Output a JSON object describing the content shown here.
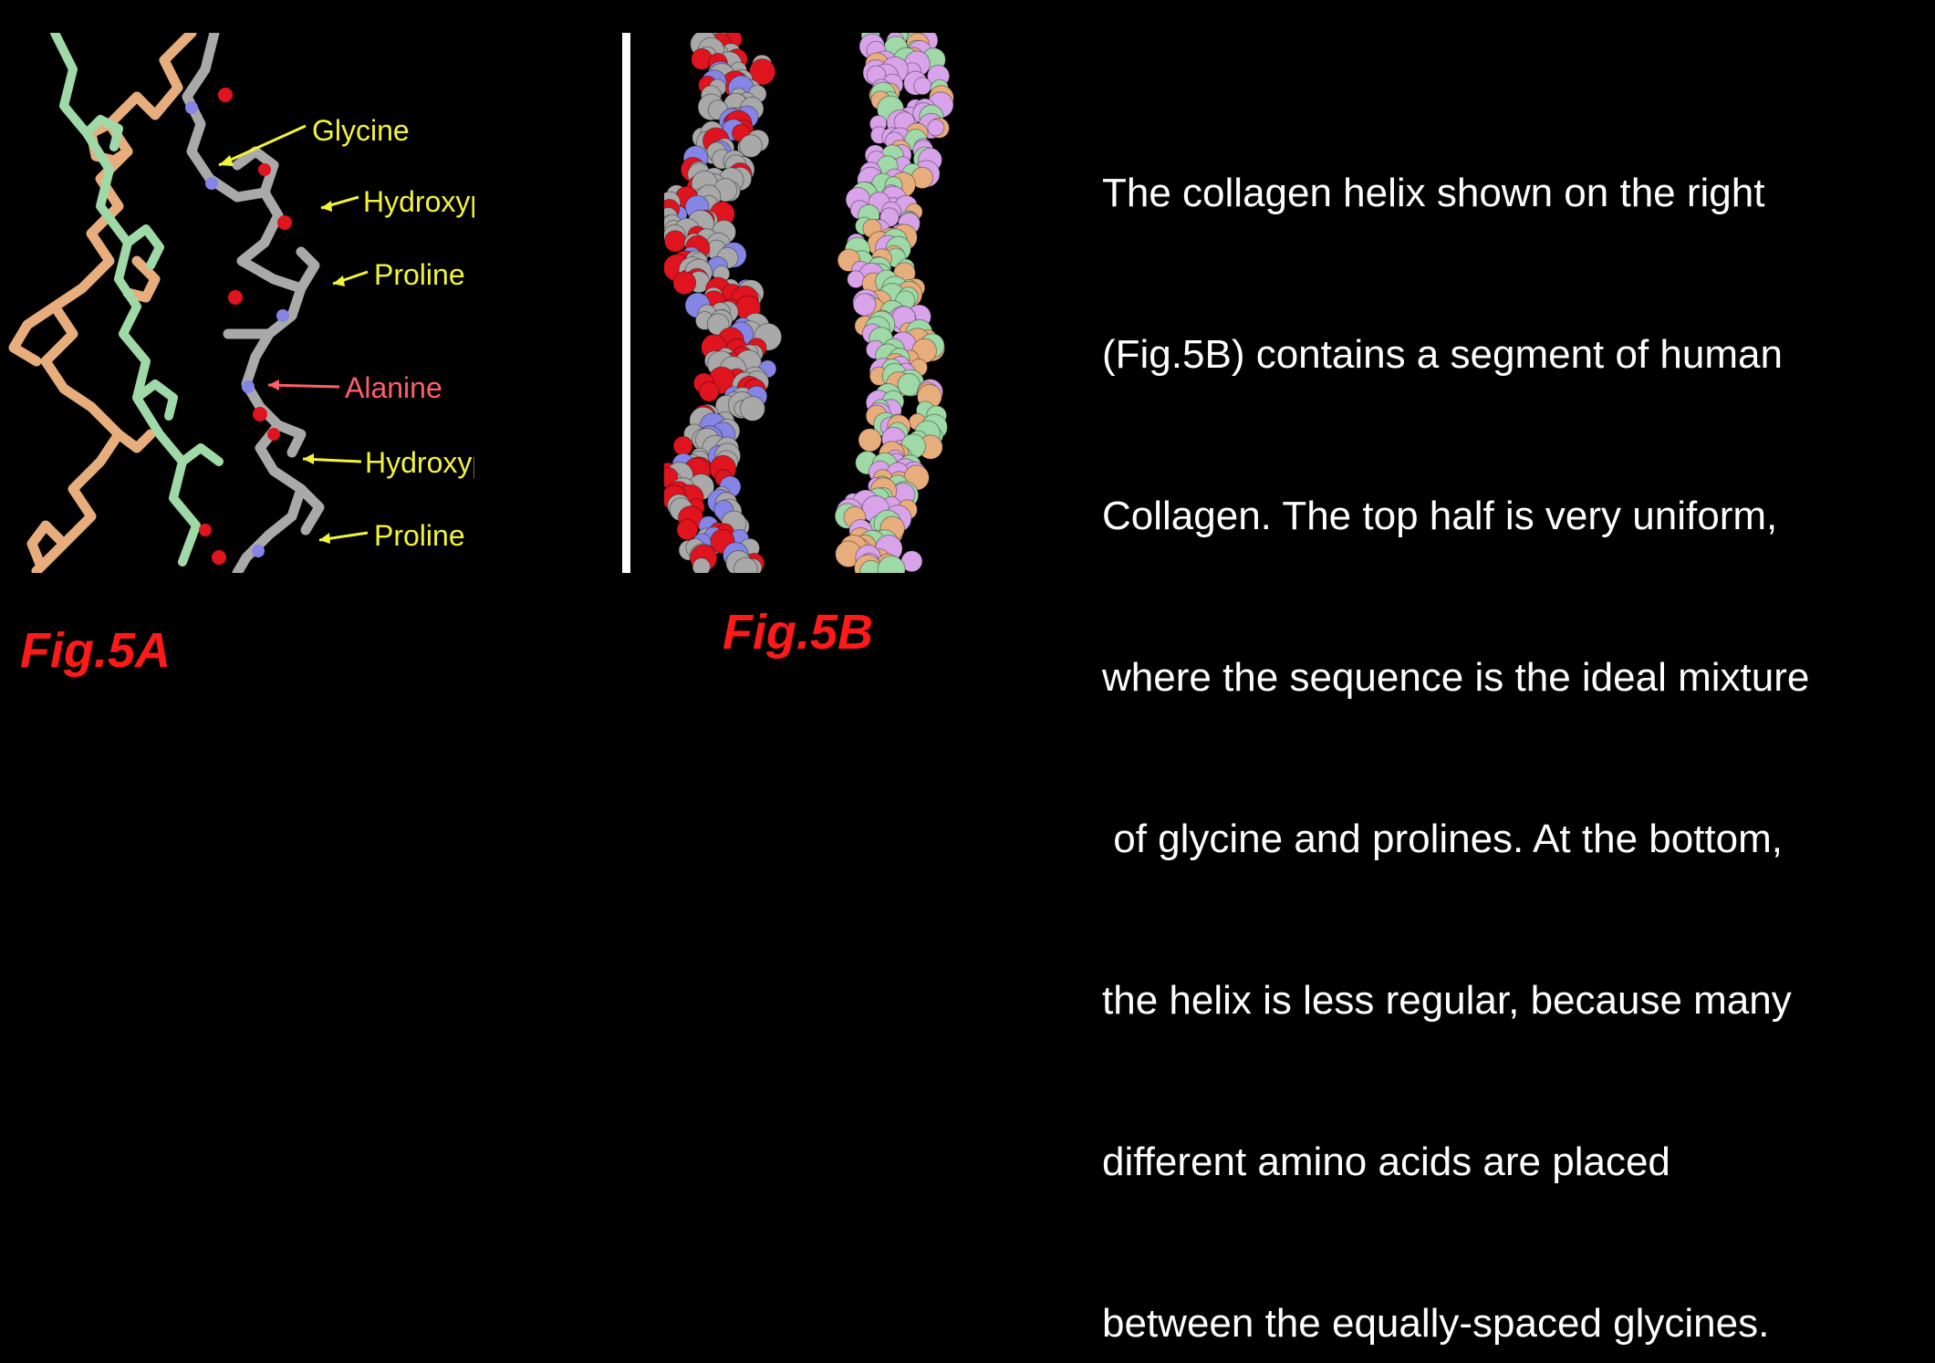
{
  "fig5a": {
    "caption": "Fig.5A",
    "annotations": [
      {
        "text": "Glycine",
        "color": "#f3f33c"
      },
      {
        "text": "Hydroxyproline",
        "color": "#f3f33c"
      },
      {
        "text": "Proline",
        "color": "#f3f33c"
      },
      {
        "text": "Alanine",
        "color": "#ff5f6b"
      },
      {
        "text": "Hydroxyproline",
        "color": "#f3f33c"
      },
      {
        "text": "Proline",
        "color": "#f3f33c"
      }
    ]
  },
  "fig5b": {
    "caption": "Fig.5B"
  },
  "description": {
    "lines": [
      "The collagen helix shown on the right",
      "(Fig.5B) contains a segment of human",
      "Collagen. The top half is very uniform,",
      "where the sequence is the ideal mixture",
      " of glycine and prolines. At the bottom,",
      "the helix is less regular, because many",
      "different amino acids are placed",
      "between the equally-spaced glycines."
    ]
  },
  "colors": {
    "background": "#000000",
    "caption": "#ff1a1a",
    "glycine_label": "#f3f33c",
    "alanine_label": "#ff5f6b",
    "strand_tan": "#e8ad7c",
    "strand_green": "#9fd9a8",
    "strand_gray": "#a9a9a9",
    "oxygen_red": "#e0141e",
    "nitrogen_blue": "#8585e6",
    "strand_violet": "#d9a3ea"
  }
}
